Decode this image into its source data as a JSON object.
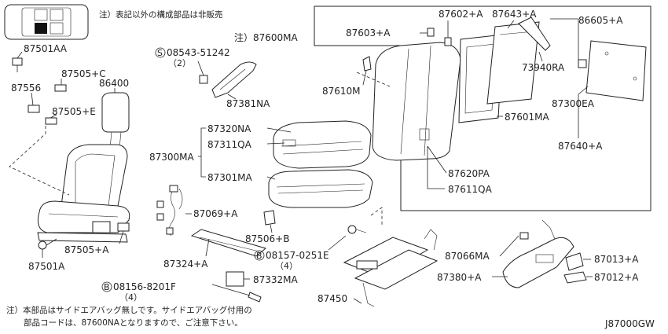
{
  "notes": {
    "top": "注）表記以外の構成部品は非販売",
    "bottom_line1": "注）本部品はサイドエアバッグ無しです。サイドエアバッグ付用の",
    "bottom_line2": "部品コードは、87600NAとなりますので、ご注意下さい。",
    "code": "J87000GW"
  },
  "labels": {
    "p87501AA": "87501AA",
    "p87505C": "87505+C",
    "p87556": "87556",
    "p87505E": "87505+E",
    "p86400": "86400",
    "p87501A": "87501A",
    "p87505A": "87505+A",
    "p08543": "08543-51242",
    "p08543q": "（2）",
    "p87381NA": "87381NA",
    "p87320NA": "87320NA",
    "p87311QA": "87311QA",
    "p87300MA": "87300MA",
    "p87301MA": "87301MA",
    "p87069A": "87069+A",
    "p87324A": "87324+A",
    "p87506B": "87506+B",
    "p08157": "08157-0251E",
    "p08157q": "（4）",
    "p87332MA": "87332MA",
    "p08156": "08156-8201F",
    "p08156q": "（4）",
    "p87450": "87450",
    "p87600MA": "注）87600MA",
    "p87603A": "87603+A",
    "p87602A": "87602+A",
    "p87643A": "87643+A",
    "p86605A": "86605+A",
    "p87610M": "87610M",
    "p73940RA": "73940RA",
    "p87300EA": "87300EA",
    "p87601MA": "87601MA",
    "p87640A": "87640+A",
    "p87620PA": "87620PA",
    "p87611QA": "87611QA",
    "p87066MA": "87066MA",
    "p87380A": "87380+A",
    "p87013A": "87013+A",
    "p87012A": "87012+A"
  },
  "circle_letters": {
    "s": "S",
    "b": "B"
  }
}
